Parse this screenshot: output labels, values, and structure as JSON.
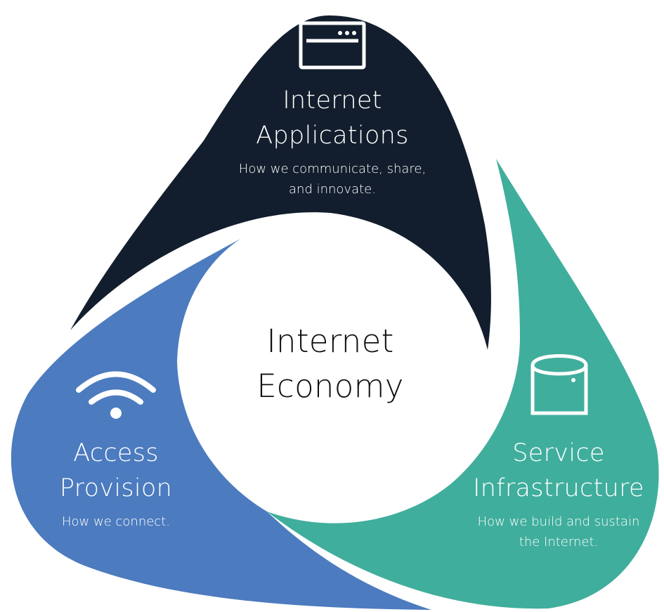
{
  "colors": {
    "applications": "#121e2d",
    "access": "#4c7bbf",
    "infrastructure": "#40ae9c",
    "background": "#ffffff",
    "center_text": "#0f0f0f"
  },
  "center": {
    "title_line1": "Internet",
    "title_line2": "Economy"
  },
  "segments": {
    "applications": {
      "icon": "browser-window-icon",
      "title_line1": "Internet",
      "title_line2": "Applications",
      "desc_line1": "How we communicate, share,",
      "desc_line2": "and innovate."
    },
    "access": {
      "icon": "wifi-icon",
      "title_line1": "Access",
      "title_line2": "Provision",
      "desc_line1": "How we connect."
    },
    "infrastructure": {
      "icon": "server-cylinder-icon",
      "title_line1": "Service",
      "title_line2": "Infrastructure",
      "desc_line1": "How we build and sustain",
      "desc_line2": "the Internet."
    }
  }
}
